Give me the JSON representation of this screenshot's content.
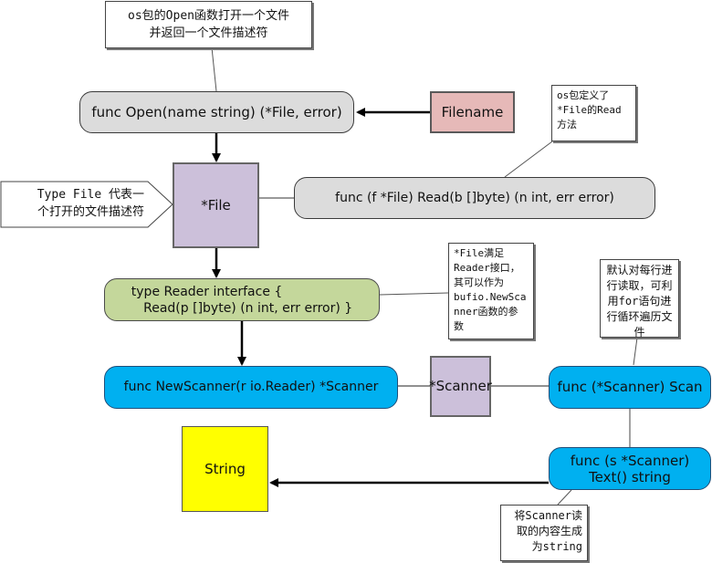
{
  "notes": {
    "open_desc": "os包的Open函数打开一个文件\n并返回一个文件描述符",
    "read_desc": "os包定义了\n*File的Read\n方法",
    "file_desc": " Type File 代表一\n个打开的文件描述符",
    "reader_desc": "*File满足\nReader接口，\n其可以作为\nbufio.NewSca\nnner函数的参\n数",
    "scan_desc": "默认对每行进\n行读取，可利\n用for语句进\n行循环遍历文\n件",
    "text_desc": "将Scanner读\n取的内容生成\n为string"
  },
  "nodes": {
    "open_func": "func Open(name string) (*File, error)",
    "filename": "Filename",
    "file_type": "*File",
    "read_method": "func (f *File) Read(b []byte) (n int, err error)",
    "reader_interface": "type Reader interface {\n   Read(p []byte) (n int, err error) }",
    "new_scanner": "func NewScanner(r io.Reader) *Scanner",
    "scanner_type": "*Scanner",
    "scan_method": "func (*Scanner) Scan",
    "text_method": "func (s *Scanner)\nText() string",
    "string_type": "String"
  },
  "colors": {
    "grey_node": "#dcdcdc",
    "green_node": "#c4d79b",
    "blue_node": "#00b0f0",
    "purple_node": "#ccc0da",
    "pink_node": "#e6b9b8",
    "yellow_node": "#ffff00"
  }
}
